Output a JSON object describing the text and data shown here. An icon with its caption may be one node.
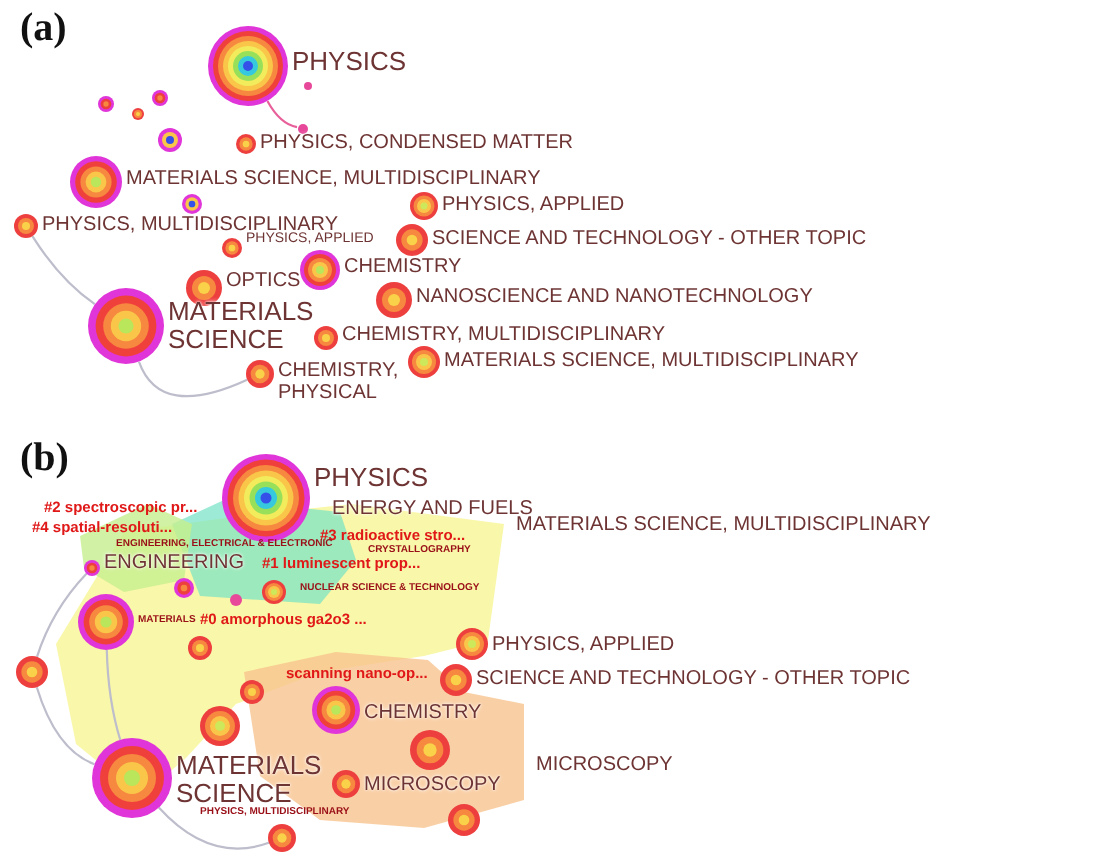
{
  "diagram": {
    "nodes": [
      {
        "text": [
          "PHYSICS"
        ]
      },
      {
        "text": [
          "PHYSICS, CONDENSED MATTER"
        ]
      },
      {
        "text": [
          "MATERIALS SCIENCE, MULTIDISCIPLINARY"
        ]
      },
      {
        "text": [
          "PHYSICS, MULTIDISCIPLINARY"
        ]
      },
      {
        "text": [
          "PHYSICS, APPLIED"
        ]
      },
      {
        "text": [
          "PHYSICS, APPLIED"
        ]
      },
      {
        "text": [
          "CHEMISTRY"
        ]
      },
      {
        "text": [
          "SCIENCE AND TECHNOLOGY - OTHER TOPIC"
        ]
      },
      {
        "text": [
          "OPTICS"
        ]
      },
      {
        "text": [
          "MATERIALS SCIENCE"
        ]
      },
      {
        "text": [
          "NANOSCIENCE AND NANOTECHNOLOGY"
        ]
      },
      {
        "text": [
          "CHEMISTRY, MULTIDISCIPLINARY"
        ]
      },
      {
        "text": [
          "CHEMISTRY, PHYSICAL"
        ]
      },
      {
        "text": [
          "MATERIALS SCIENCE, MULTIDISCIPLINARY"
        ]
      },
      {
        "text": [],
        "shape": "circle"
      },
      {
        "text": [],
        "shape": "circle"
      },
      {
        "text": [],
        "shape": "circle"
      },
      {
        "text": [],
        "shape": "circle"
      },
      {
        "text": [],
        "shape": "circle"
      },
      {
        "text": [],
        "shape": "circle"
      },
      {
        "text": [],
        "shape": "circle"
      },
      {
        "text": [
          "PHYSICS"
        ]
      },
      {
        "text": [
          "ENGINEERING"
        ]
      },
      {
        "text": [
          "MATERIALS"
        ]
      },
      {
        "text": [],
        "shape": "circle"
      },
      {
        "text": [
          "PHYSICS, APPLIED"
        ]
      },
      {
        "text": [
          "CHEMISTRY"
        ]
      },
      {
        "text": [
          "SCIENCE AND TECHNOLOGY - OTHER TOPIC"
        ]
      },
      {
        "text": [
          "MATERIALS SCIENCE"
        ]
      },
      {
        "text": [
          "MICROSCOPY"
        ]
      },
      {
        "text": [
          "MICROSCOPY"
        ]
      },
      {
        "text": [],
        "shape": "circle"
      },
      {
        "text": [],
        "shape": "circle"
      },
      {
        "text": [],
        "shape": "circle"
      },
      {
        "text": [],
        "shape": "circle"
      },
      {
        "text": [],
        "shape": "circle"
      },
      {
        "text": [],
        "shape": "circle"
      },
      {
        "text": [],
        "shape": "circle"
      },
      {
        "text": [],
        "shape": "circle"
      }
    ],
    "edges": [
      {
        "from": 0,
        "to": 19,
        "arrow": "none",
        "color": "#e8609a"
      },
      {
        "from": 9,
        "to": 3,
        "arrow": "none"
      },
      {
        "from": 9,
        "to": 12,
        "arrow": "none"
      },
      {
        "from": 28,
        "to": 31,
        "arrow": "none"
      },
      {
        "from": 28,
        "to": 37,
        "arrow": "none"
      },
      {
        "from": 28,
        "to": 23,
        "arrow": "none"
      },
      {
        "from": 22,
        "to": 31,
        "arrow": "none"
      }
    ],
    "labels": [
      "(a)",
      "(b)",
      "#2 spectroscopic pr...",
      "ENERGY AND FUELS",
      "MATERIALS SCIENCE, MULTIDISCIPLINARY",
      "#4 spatial-resoluti...",
      "#3 radioactive stro...",
      "ENGINEERING, ELECTRICAL & ELECTRONIC",
      "CRYSTALLOGRAPHY",
      "#1 luminescent prop...",
      "NUCLEAR SCIENCE & TECHNOLOGY",
      "#0 amorphous ga2o3 ...",
      "scanning nano-op...",
      "PHYSICS, MULTIDISCIPLINARY"
    ]
  }
}
